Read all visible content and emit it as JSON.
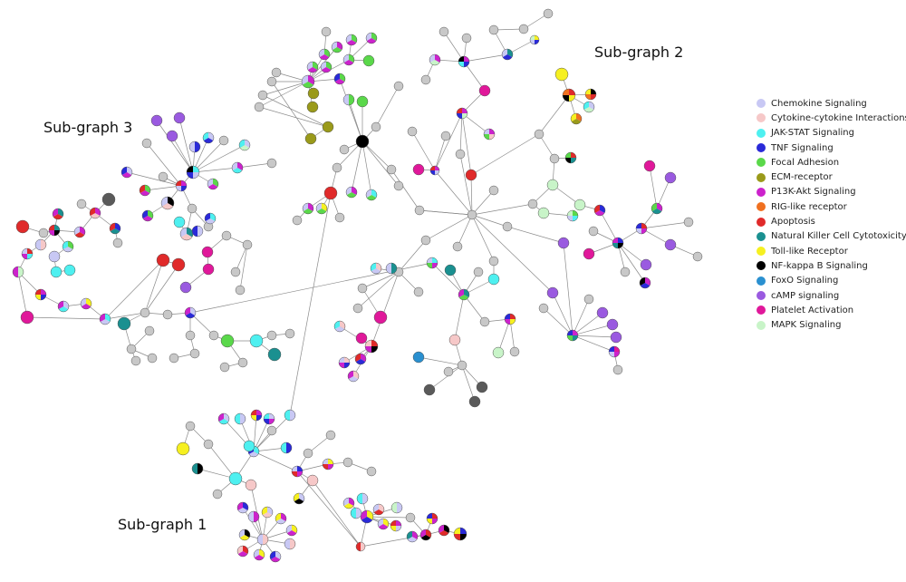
{
  "figure": {
    "subgraph_titles": {
      "sg1": "Sub-graph 1",
      "sg2": "Sub-graph 2",
      "sg3": "Sub-graph 3"
    }
  },
  "legend": [
    {
      "label": "Chemokine Signaling",
      "color": "#c8c8f4"
    },
    {
      "label": "Cytokine-cytokine Interactions",
      "color": "#f6c8c8"
    },
    {
      "label": "JAK-STAT Signaling",
      "color": "#4ef0f0"
    },
    {
      "label": "TNF Signaling",
      "color": "#2a2ad8"
    },
    {
      "label": "Focal Adhesion",
      "color": "#5ad84a"
    },
    {
      "label": "ECM-receptor",
      "color": "#9a9a1a"
    },
    {
      "label": "P13K-Akt Signaling",
      "color": "#cc22cc"
    },
    {
      "label": "RIG-like receptor",
      "color": "#f07020"
    },
    {
      "label": "Apoptosis",
      "color": "#e02a2a"
    },
    {
      "label": "Natural Killer Cell Cytotoxicity",
      "color": "#1a9090"
    },
    {
      "label": "Toll-like Receptor",
      "color": "#f6f020"
    },
    {
      "label": "NF-kappa B Signaling",
      "color": "#000000"
    },
    {
      "label": "FoxO Signaling",
      "color": "#2a90d0"
    },
    {
      "label": "cAMP signaling",
      "color": "#9a5ae0"
    },
    {
      "label": "Platelet Activation",
      "color": "#e0189a"
    },
    {
      "label": "MAPK Signaling",
      "color": "#c8f4c8"
    }
  ],
  "colors": {
    "unannotated_node": "#c8c8c8",
    "dark_node": "#5a5a5a",
    "edge": "#8a8a8a"
  }
}
